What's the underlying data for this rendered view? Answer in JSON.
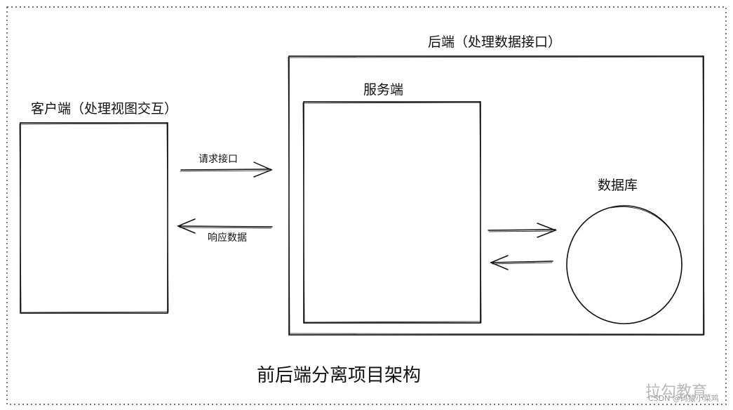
{
  "diagram": {
    "client_label": "客户端（处理视图交互）",
    "backend_label": "后端（处理数据接口）",
    "server_label": "服务端",
    "database_label": "数据库",
    "request_label": "请求接口",
    "response_label": "响应数据",
    "title": "前后端分离项目架构"
  },
  "watermark": {
    "brand": "拉勾教育",
    "credit": "CSDN @码猿小菜鸡"
  },
  "colors": {
    "stroke": "#111111",
    "frame": "#444444",
    "watermark": "#b9b9b9"
  }
}
